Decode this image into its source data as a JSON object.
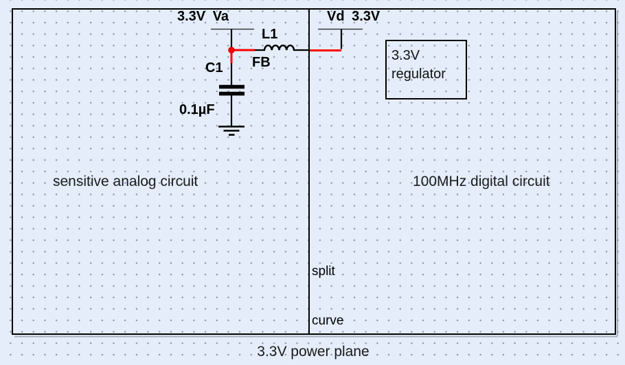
{
  "labels": {
    "analog_rail": "3.3V Va",
    "digital_rail": "Vd 3.3V",
    "inductor_ref": "L1",
    "inductor_type": "FB",
    "capacitor_ref": "C1",
    "capacitor_value": "0.1µF",
    "regulator_line1": "3.3V",
    "regulator_line2": "regulator",
    "analog_section": "sensitive analog circuit",
    "digital_section": "100MHz digital circuit",
    "split_line1": "split",
    "split_line2": "curve",
    "plane_caption": "3.3V power plane"
  },
  "colors": {
    "background": "#e4edf9",
    "grid_dot": "#646e84",
    "wire": "#000000",
    "highlight_wire": "#ff0000",
    "rail_line": "#3d3d3d",
    "boundary": "#000000",
    "text": "#1b1b1b"
  }
}
